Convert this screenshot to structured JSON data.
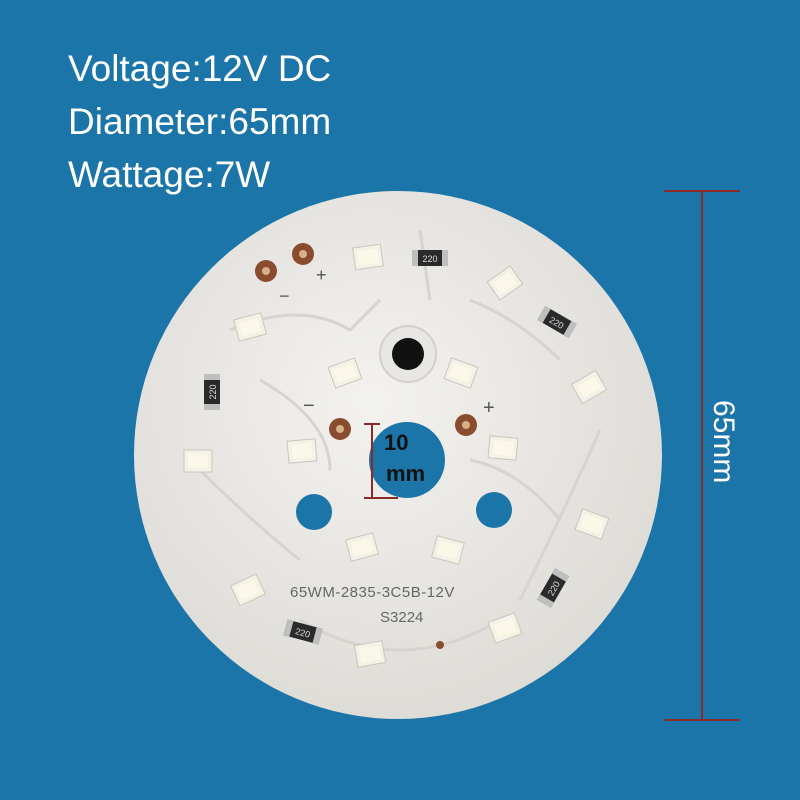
{
  "specs": {
    "voltage": "Voltage:12V DC",
    "diameter": "Diameter:65mm",
    "wattage": "Wattage:7W"
  },
  "dimensions": {
    "outer_label": "65mm",
    "hole_label_top": "10",
    "hole_label_bottom": "mm"
  },
  "board": {
    "model_text": "65WM-2835-3C5B-12V",
    "batch_text": "S3224",
    "plus_mark": "+",
    "minus_mark": "−",
    "resistor_code": "220"
  },
  "colors": {
    "background": "#1b75a8",
    "board": "#ecebe8",
    "hole_blue": "#1b75a8",
    "dimension_line": "#8b2a2a",
    "text": "#ffffff"
  }
}
